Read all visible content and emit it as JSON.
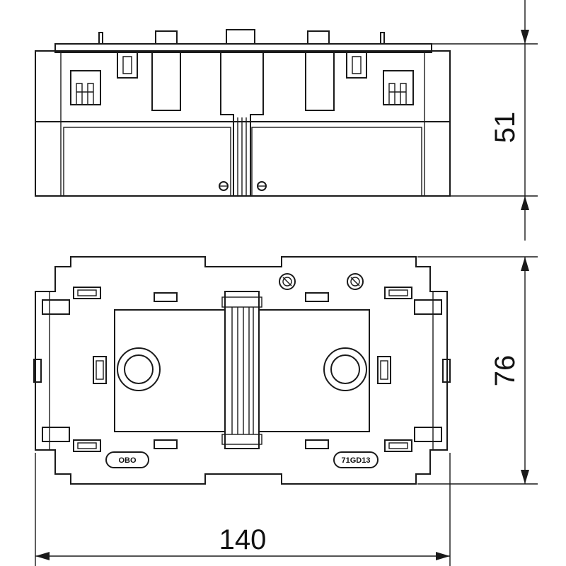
{
  "dimensions": {
    "height_side": "51",
    "depth_top": "76",
    "width": "140"
  },
  "markings": {
    "brand": "OBO",
    "type_code": "71GD13"
  },
  "colors": {
    "line": "#1a1a1a",
    "background": "#ffffff"
  }
}
